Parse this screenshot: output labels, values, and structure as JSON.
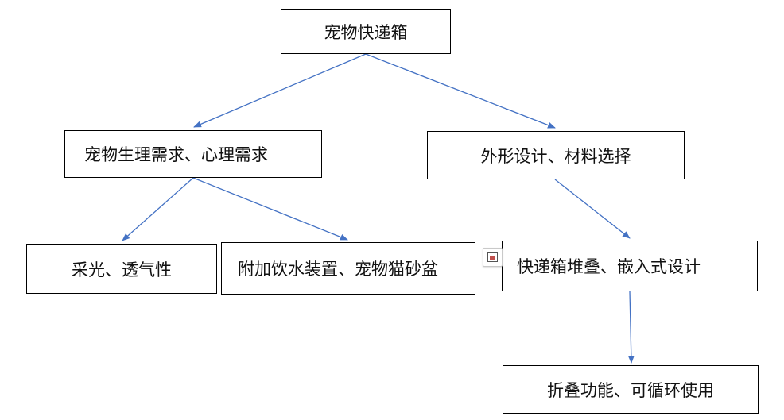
{
  "colors": {
    "connector": "#4472c4",
    "box_border": "#000000",
    "text": "#111111",
    "background": "#ffffff"
  },
  "nodes": {
    "root": "宠物快递箱",
    "needs": "宠物生理需求、心理需求",
    "shape": "外形设计、材料选择",
    "light": "采光、透气性",
    "water": "附加饮水装置、宠物猫砂盆",
    "stack": "快递箱堆叠、嵌入式设计",
    "fold": "折叠功能、可循环使用"
  },
  "edges": [
    [
      "root",
      "needs"
    ],
    [
      "root",
      "shape"
    ],
    [
      "needs",
      "light"
    ],
    [
      "needs",
      "water"
    ],
    [
      "shape",
      "stack"
    ],
    [
      "stack",
      "fold"
    ]
  ],
  "floating_icon": "layout-options-icon"
}
